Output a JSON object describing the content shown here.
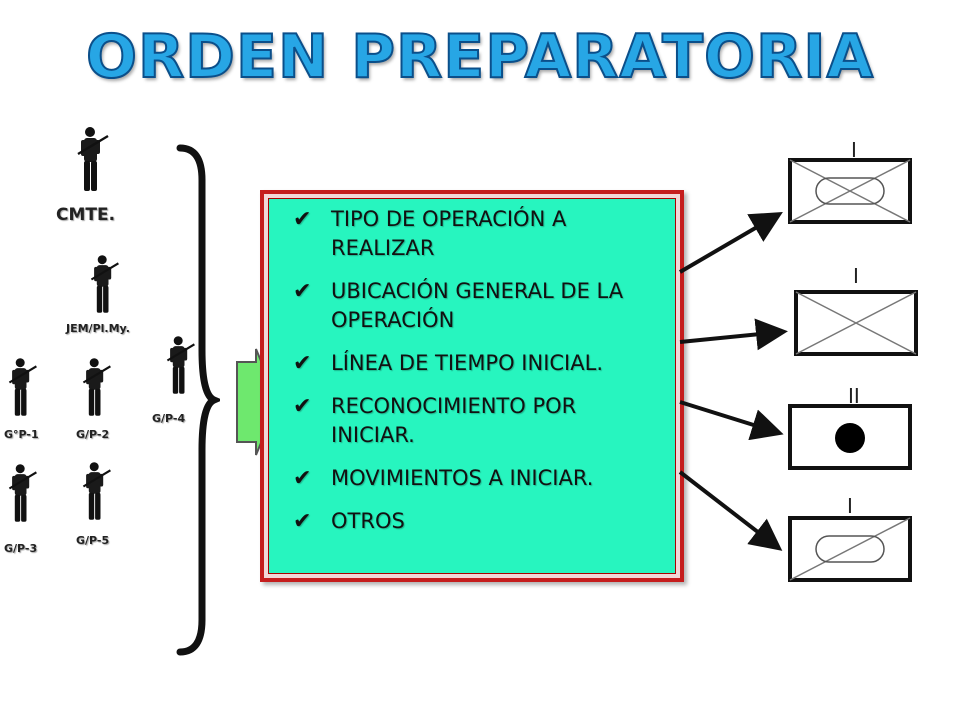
{
  "title": "ORDEN PREPARATORIA",
  "staff": {
    "cmte": "CMTE.",
    "jem": "JEM/Pl.My.",
    "g1": "G°P-1",
    "g2": "G/P-2",
    "g3": "G/P-3",
    "g4": "G/P-4",
    "g5": "G/P-5"
  },
  "items": [
    "TIPO DE OPERACIÓN A REALIZAR",
    "UBICACIÓN GENERAL DE LA OPERACIÓN",
    "LÍNEA DE TIEMPO INICIAL.",
    "RECONOCIMIENTO POR INICIAR.",
    "MOVIMIENTOS A INICIAR.",
    "OTROS"
  ],
  "units": [
    {
      "echelon": "I",
      "symbol": "armored-infantry"
    },
    {
      "echelon": "I",
      "symbol": "infantry"
    },
    {
      "echelon": "II",
      "symbol": "artillery"
    },
    {
      "echelon": "I",
      "symbol": "armor-cavalry"
    }
  ],
  "colors": {
    "title": "#27a6e5",
    "box_fill": "#27f5bf",
    "box_border": "#c51d1d",
    "arrow_fill": "#6ee86e"
  }
}
